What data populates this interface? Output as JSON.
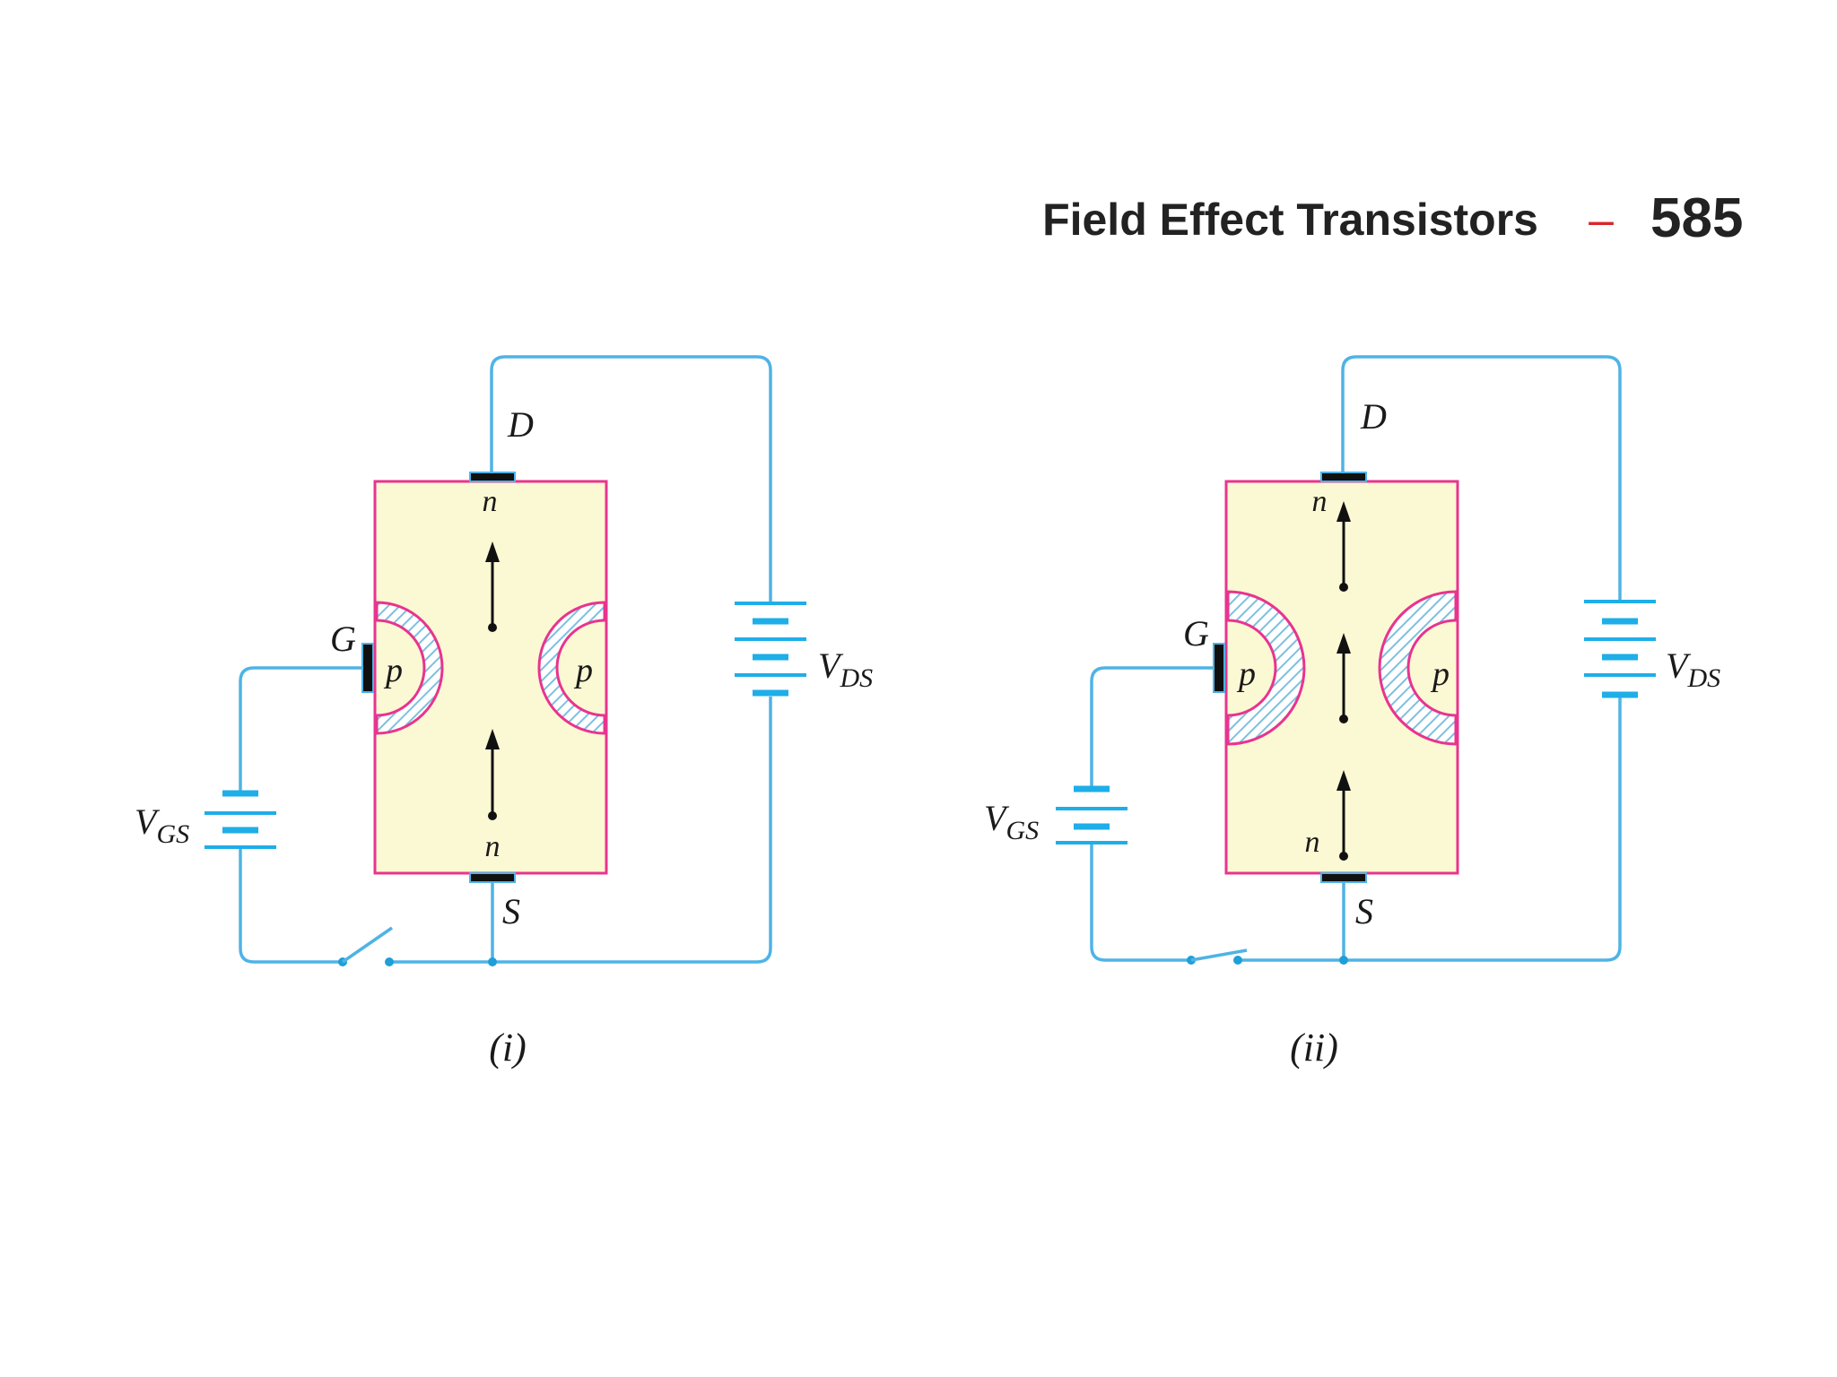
{
  "header": {
    "running_title": "Field Effect Transistors",
    "separator": "–",
    "page_number": "585"
  },
  "colors": {
    "wire": "#4fb3e6",
    "battery_plate": "#1eaee8",
    "body_fill": "#fbf8d4",
    "body_border": "#e8348e",
    "terminal": "#101010",
    "arrow": "#111111",
    "hatch": "#7ec0df",
    "header_dash": "#d9262c"
  },
  "diagrams": [
    {
      "caption": "(i)",
      "drain": "D",
      "source": "S",
      "gate": "G",
      "top_region": "n",
      "bottom_region": "n",
      "left_gate_region": "p",
      "right_gate_region": "p",
      "gate_supply": {
        "main": "V",
        "sub": "GS"
      },
      "drain_supply": {
        "main": "V",
        "sub": "DS"
      },
      "switch_state": "open"
    },
    {
      "caption": "(ii)",
      "drain": "D",
      "source": "S",
      "gate": "G",
      "top_region": "n",
      "bottom_region": "n",
      "left_gate_region": "p",
      "right_gate_region": "p",
      "gate_supply": {
        "main": "V",
        "sub": "GS"
      },
      "drain_supply": {
        "main": "V",
        "sub": "DS"
      },
      "switch_state": "closed"
    }
  ]
}
